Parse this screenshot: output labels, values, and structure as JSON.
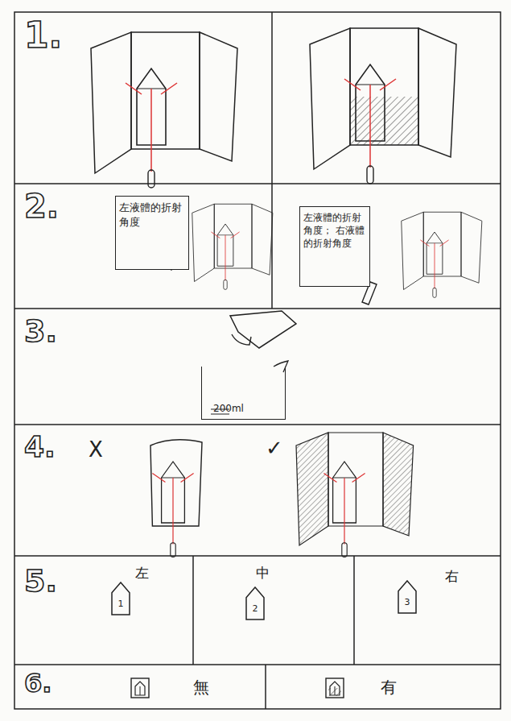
{
  "diagram": {
    "nodes": [
      {
        "text": [
          "左液體的折射角度"
        ]
      },
      {
        "text": [
          "左液體的折射角度； 右液體的折射角度"
        ]
      },
      {
        "text": [
          "200ml"
        ]
      },
      {
        "text": [
          "1"
        ]
      },
      {
        "text": [
          "2"
        ]
      },
      {
        "text": [
          "3"
        ]
      }
    ],
    "labels": [
      "1.",
      "2.",
      "3.",
      "4.",
      "5.",
      "6.",
      "X",
      "✓",
      "左",
      "中",
      "右",
      "無",
      "有"
    ]
  }
}
